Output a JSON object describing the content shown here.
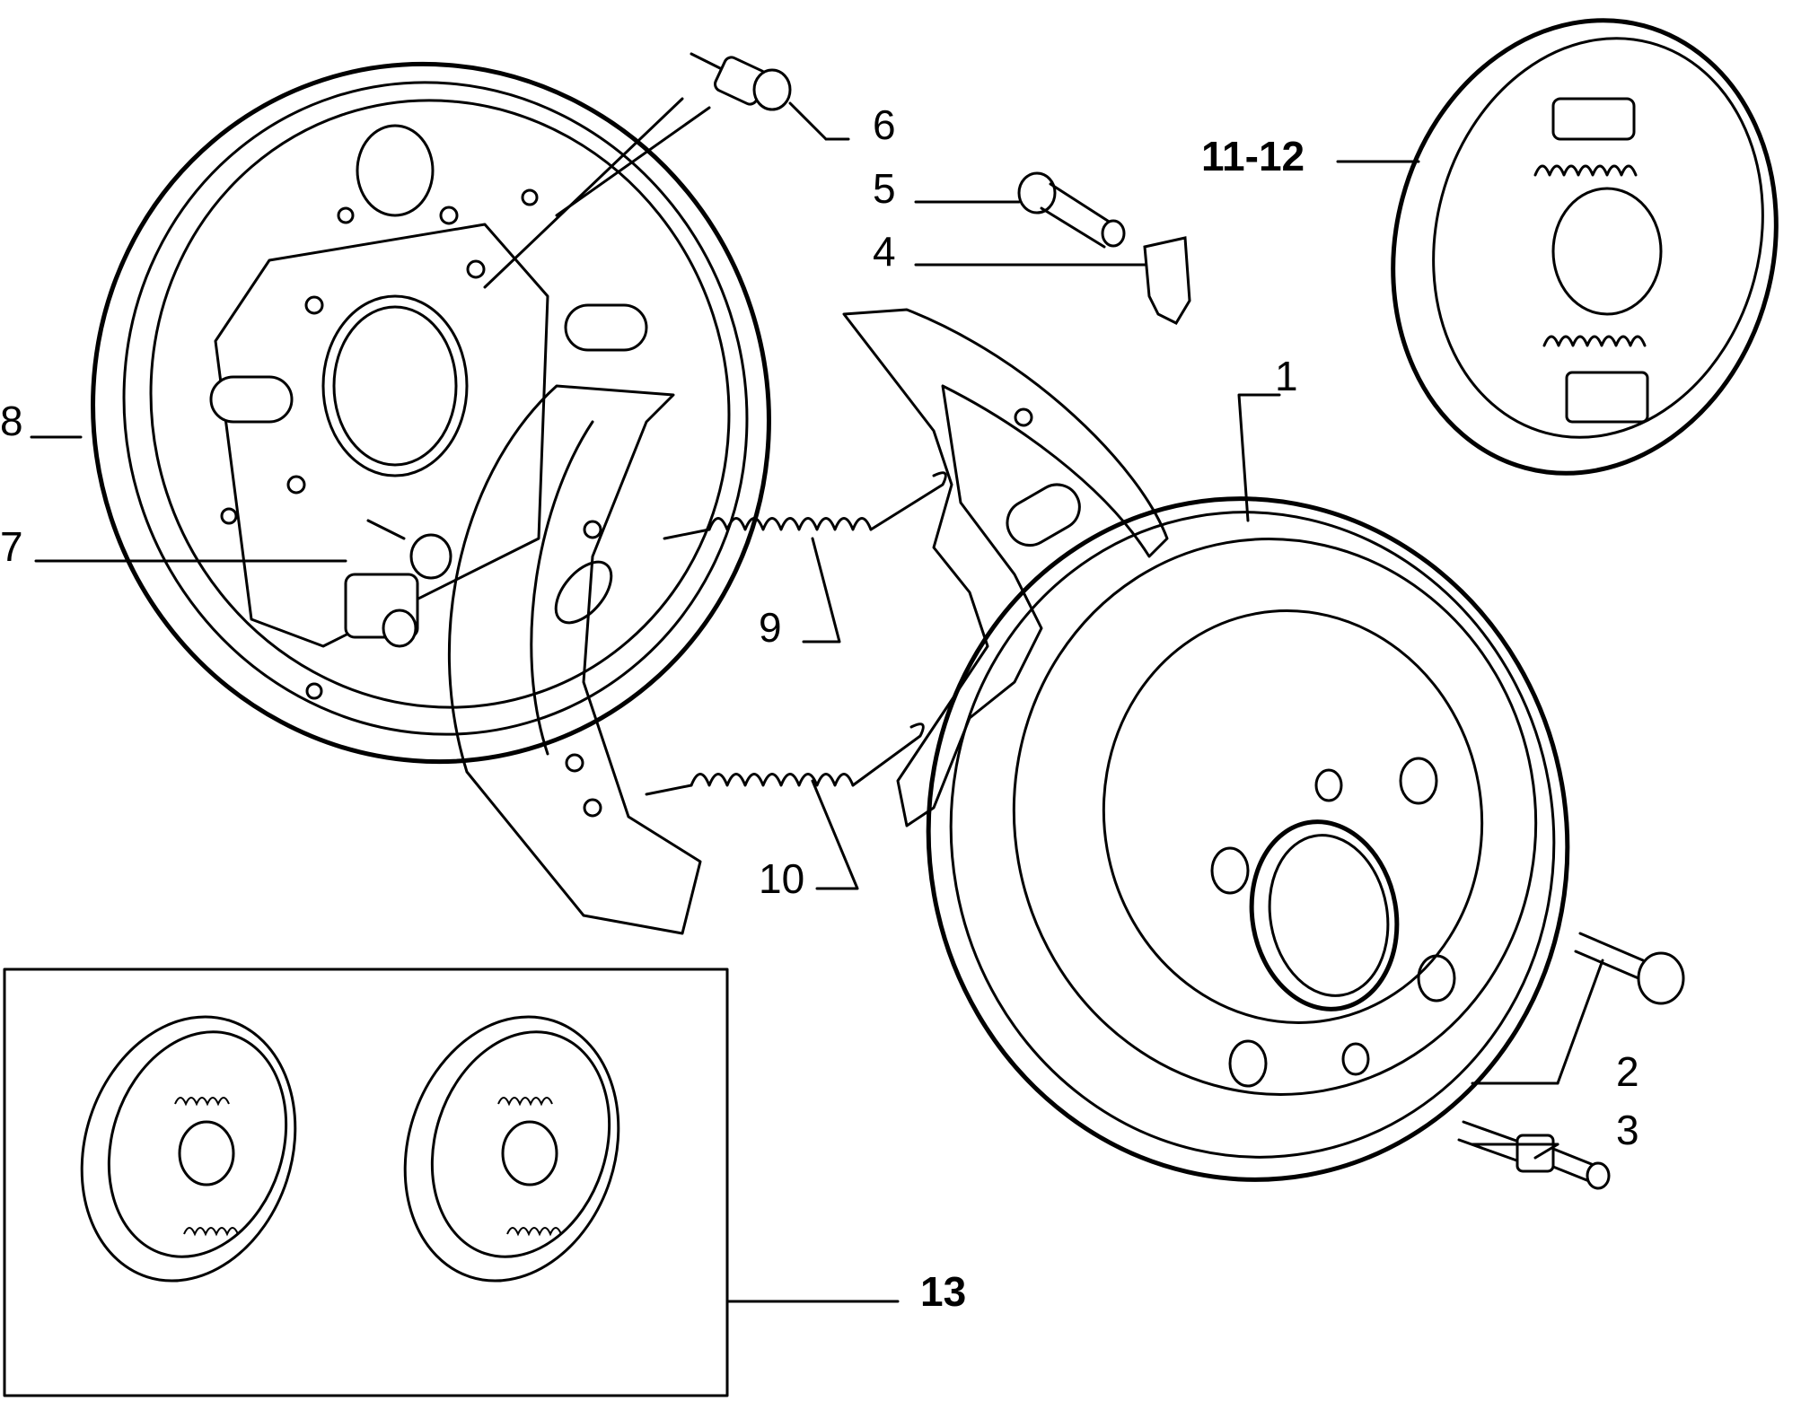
{
  "callouts": {
    "c1": "1",
    "c2": "2",
    "c3": "3",
    "c4": "4",
    "c5": "5",
    "c6": "6",
    "c7": "7",
    "c8": "8",
    "c9": "9",
    "c10": "10",
    "c11_12": "11-12",
    "c13": "13"
  },
  "colors": {
    "line": "#000000",
    "background": "#ffffff"
  }
}
